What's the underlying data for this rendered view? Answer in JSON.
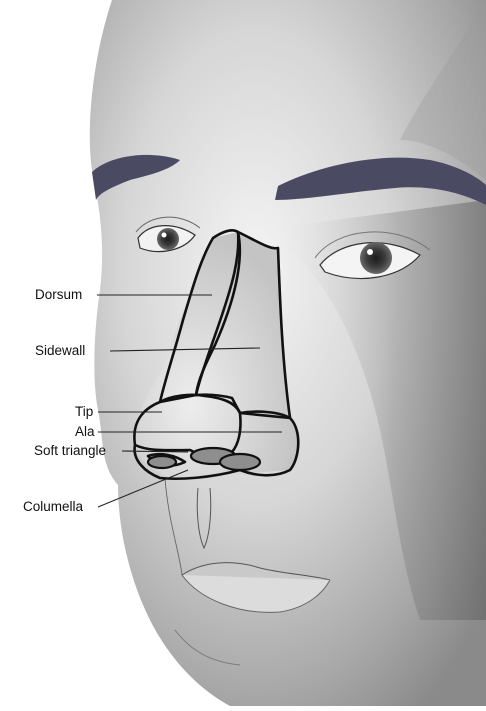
{
  "labels": {
    "dorsum": "Dorsum",
    "sidewall": "Sidewall",
    "tip": "Tip",
    "ala": "Ala",
    "soft_triangle": "Soft triangle",
    "columella": "Columella"
  },
  "colors": {
    "background": "#ffffff",
    "skin_light": "#f2f2f2",
    "skin_mid": "#b9b9b9",
    "skin_dark": "#6e6e6e",
    "brow": "#4b4a63",
    "outline": "#111111"
  }
}
